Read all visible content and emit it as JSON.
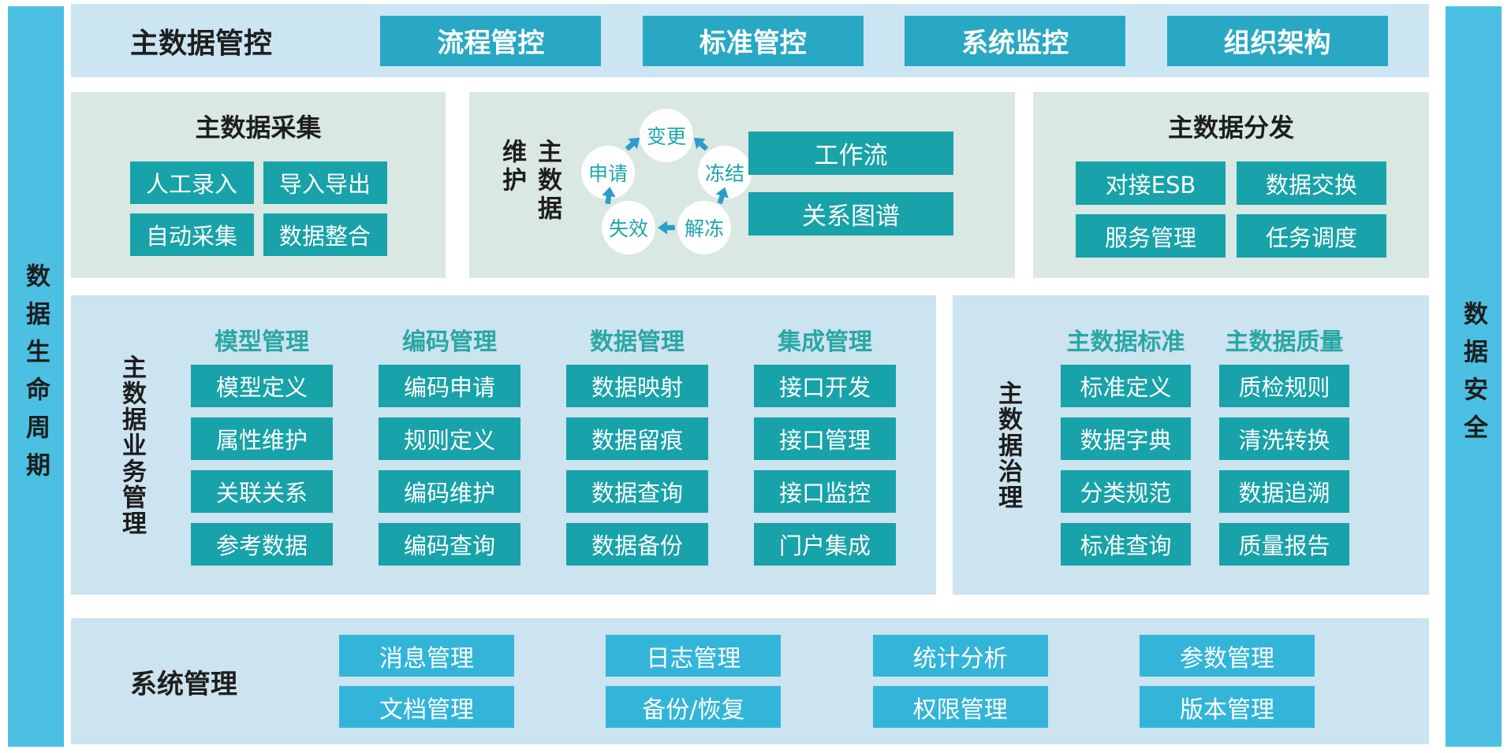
{
  "side_bars": {
    "left": "数据生命周期",
    "right": "数据安全"
  },
  "top_banner": {
    "title": "主数据管控",
    "buttons": [
      "流程管控",
      "标准管控",
      "系统监控",
      "组织架构"
    ]
  },
  "row2": {
    "collection": {
      "title": "主数据采集",
      "buttons": [
        "人工录入",
        "导入导出",
        "自动采集",
        "数据整合"
      ]
    },
    "maintenance": {
      "title": "主数据维护",
      "cycle_nodes": {
        "top": "变更",
        "left": "申请",
        "right": "冻结",
        "bottom_left": "失效",
        "bottom_right": "解冻"
      },
      "buttons": [
        "工作流",
        "关系图谱"
      ]
    },
    "distribution": {
      "title": "主数据分发",
      "buttons": [
        "对接ESB",
        "数据交换",
        "服务管理",
        "任务调度"
      ]
    }
  },
  "row3": {
    "business": {
      "title": "主数据业务管理",
      "columns": [
        {
          "header": "模型管理",
          "items": [
            "模型定义",
            "属性维护",
            "关联关系",
            "参考数据"
          ]
        },
        {
          "header": "编码管理",
          "items": [
            "编码申请",
            "规则定义",
            "编码维护",
            "编码查询"
          ]
        },
        {
          "header": "数据管理",
          "items": [
            "数据映射",
            "数据留痕",
            "数据查询",
            "数据备份"
          ]
        },
        {
          "header": "集成管理",
          "items": [
            "接口开发",
            "接口管理",
            "接口监控",
            "门户集成"
          ]
        }
      ]
    },
    "governance": {
      "title": "主数据治理",
      "columns": [
        {
          "header": "主数据标准",
          "items": [
            "标准定义",
            "数据字典",
            "分类规范",
            "标准查询"
          ]
        },
        {
          "header": "主数据质量",
          "items": [
            "质检规则",
            "清洗转换",
            "数据追溯",
            "质量报告"
          ]
        }
      ]
    }
  },
  "bottom": {
    "title": "系统管理",
    "groups": [
      [
        "消息管理",
        "文档管理"
      ],
      [
        "日志管理",
        "备份/恢复"
      ],
      [
        "统计分析",
        "权限管理"
      ],
      [
        "参数管理",
        "版本管理"
      ]
    ]
  },
  "colors": {
    "side_bar": "#4bc0e2",
    "banner_bg": "#cbe5f3",
    "banner_button": "#28a8c4",
    "green_panel_bg": "#d9e8e3",
    "blue_panel_bg": "#cce3f0",
    "teal_button": "#18a2a9",
    "cyan_button": "#33b5da",
    "column_header_text": "#29a7a4",
    "cycle_node_text": "#1ca6ae",
    "arrow": "#2b9dcb",
    "dark_text": "#1d1d1d"
  }
}
